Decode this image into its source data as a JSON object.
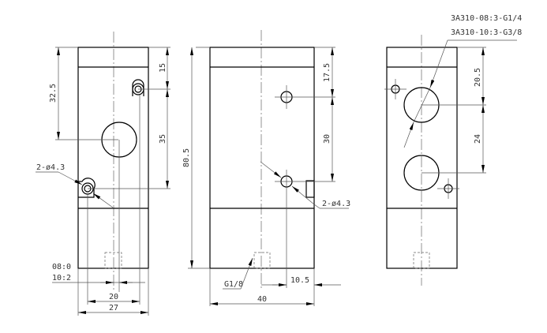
{
  "front_view": {
    "d_height_upper": "32.5",
    "d_top_hole": "15",
    "d_hole_spacing": "35",
    "hole_label": "2-ø4.3",
    "port_label_1": "08:0",
    "port_label_2": "10:2",
    "d_hole_center": "20",
    "d_width": "27"
  },
  "side_view": {
    "d_total_height": "80.5",
    "d_top_hole": "17.5",
    "d_hole_spacing": "30",
    "hole_label": "2-ø4.3",
    "port_label": "G1/8",
    "d_offset": "10.5",
    "d_width": "40"
  },
  "port_view": {
    "model_1": "3A310-08:3-G1/4",
    "model_2": "3A310-10:3-G3/8",
    "d_top_port": "20.5",
    "d_port_spacing": "24"
  }
}
